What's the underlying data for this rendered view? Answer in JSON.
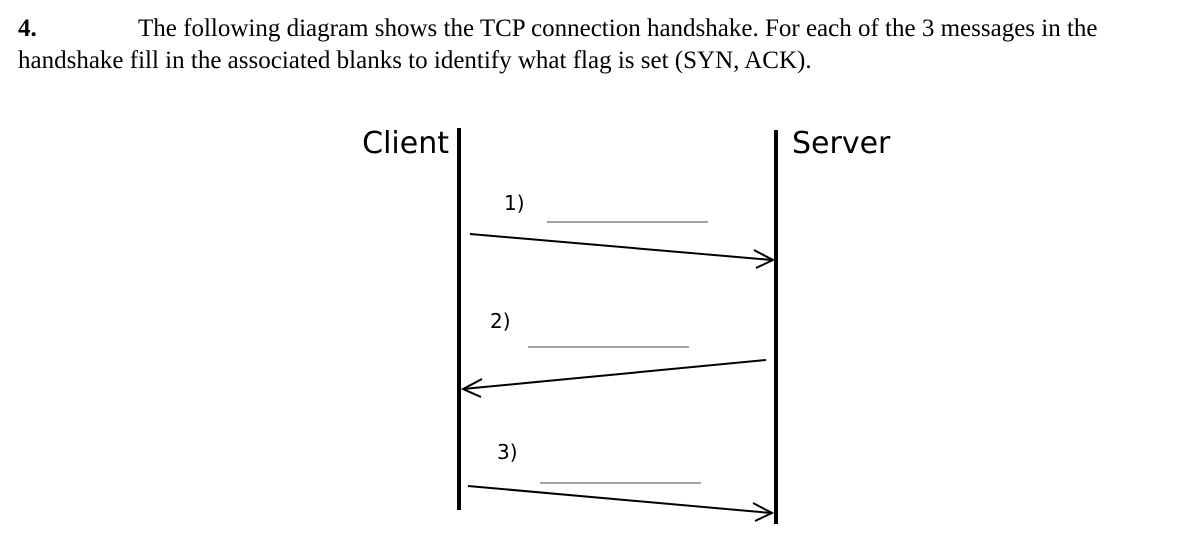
{
  "question": {
    "number": "4.",
    "line1": "The following diagram shows the TCP connection handshake. For each of the 3 messages in the",
    "line2": "handshake fill in the associated blanks to identify what flag is set (SYN, ACK)."
  },
  "diagram": {
    "client_label": "Client",
    "server_label": "Server",
    "messages": [
      {
        "label": "1)",
        "direction": "client-to-server",
        "answer": ""
      },
      {
        "label": "2)",
        "direction": "server-to-client",
        "answer": ""
      },
      {
        "label": "3)",
        "direction": "client-to-server",
        "answer": ""
      }
    ]
  }
}
